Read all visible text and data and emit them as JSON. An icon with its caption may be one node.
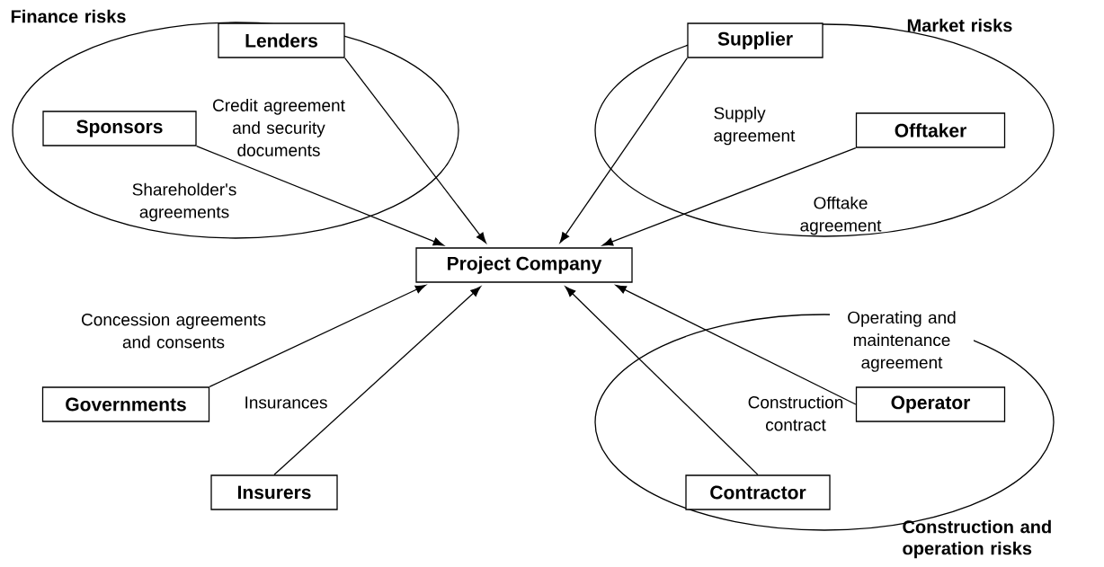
{
  "diagram": {
    "nodes": [
      {
        "text": [
          "Finance risks"
        ]
      },
      {
        "text": [
          "Lenders"
        ],
        "in": 0
      },
      {
        "text": [
          "Sponsors"
        ],
        "in": 0
      },
      {
        "text": [
          "Market risks"
        ]
      },
      {
        "text": [
          "Supplier"
        ],
        "in": 3
      },
      {
        "text": [
          "Offtaker"
        ],
        "in": 3
      },
      {
        "text": [
          "Project Company"
        ]
      },
      {
        "text": [
          "Governments"
        ]
      },
      {
        "text": [
          "Insurers"
        ]
      },
      {
        "text": [
          "Construction and operation risks"
        ]
      },
      {
        "text": [
          "Operator"
        ],
        "in": 9
      },
      {
        "text": [
          "Contractor"
        ],
        "in": 9
      }
    ],
    "edges": [
      {
        "from": 1,
        "to": 6,
        "arrow": "to",
        "label": "Credit agreement and security documents"
      },
      {
        "from": 2,
        "to": 6,
        "arrow": "to",
        "label": "Shareholder's agreements"
      },
      {
        "from": 4,
        "to": 6,
        "arrow": "to",
        "label": "Supply agreement"
      },
      {
        "from": 5,
        "to": 6,
        "arrow": "to",
        "label": "Offtake agreement"
      },
      {
        "from": 7,
        "to": 6,
        "arrow": "to",
        "label": "Concession agreements and consents"
      },
      {
        "from": 8,
        "to": 6,
        "arrow": "to",
        "label": "Insurances"
      },
      {
        "from": 10,
        "to": 6,
        "arrow": "to",
        "label": "Operating and maintenance agreement"
      },
      {
        "from": 11,
        "to": 6,
        "arrow": "to",
        "label": "Construction contract"
      }
    ]
  }
}
